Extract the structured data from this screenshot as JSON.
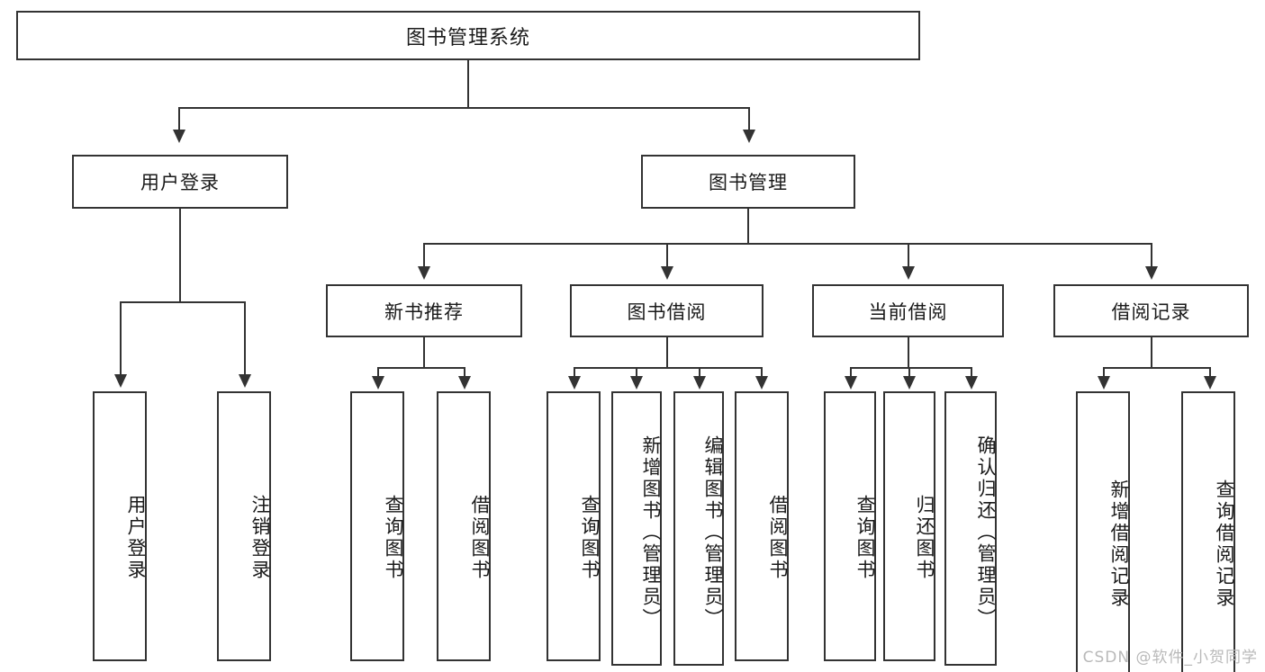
{
  "diagram": {
    "title": "图书管理系统",
    "watermark": "CSDN @软件_小贺同学",
    "colors": {
      "stroke": "#333333",
      "fill": "#ffffff",
      "text": "#1a1a1a",
      "watermark": "#b9b9b9"
    },
    "root": {
      "label": "图书管理系统"
    },
    "level2": [
      {
        "label": "用户登录"
      },
      {
        "label": "图书管理"
      }
    ],
    "level3": [
      {
        "label": "新书推荐"
      },
      {
        "label": "图书借阅"
      },
      {
        "label": "当前借阅"
      },
      {
        "label": "借阅记录"
      }
    ],
    "leaves": {
      "user_login": [
        {
          "label": "用户登录"
        },
        {
          "label": "注销登录"
        }
      ],
      "new_book_recommend": [
        {
          "label": "查询图书"
        },
        {
          "label": "借阅图书"
        }
      ],
      "book_borrow": [
        {
          "label": "查询图书"
        },
        {
          "label": "新增图书（管理员）"
        },
        {
          "label": "编辑图书（管理员）"
        },
        {
          "label": "借阅图书"
        }
      ],
      "current_borrow": [
        {
          "label": "查询图书"
        },
        {
          "label": "归还图书"
        },
        {
          "label": "确认归还（管理员）"
        }
      ],
      "borrow_record": [
        {
          "label": "新增借阅记录"
        },
        {
          "label": "查询借阅记录"
        }
      ]
    }
  }
}
